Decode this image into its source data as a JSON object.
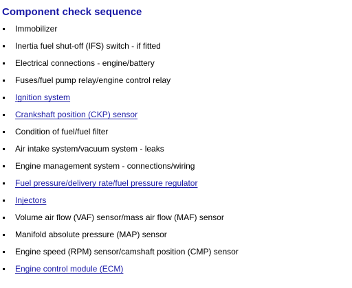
{
  "title": "Component check sequence",
  "items": [
    {
      "text": "Immobilizer",
      "link": false
    },
    {
      "text": "Inertia fuel shut-off (IFS) switch - if fitted",
      "link": false
    },
    {
      "text": "Electrical connections - engine/battery",
      "link": false
    },
    {
      "text": "Fuses/fuel pump relay/engine control relay",
      "link": false
    },
    {
      "text": "Ignition system",
      "link": true
    },
    {
      "text": "Crankshaft position (CKP) sensor",
      "link": true
    },
    {
      "text": "Condition of fuel/fuel filter",
      "link": false
    },
    {
      "text": "Air intake system/vacuum system - leaks",
      "link": false
    },
    {
      "text": "Engine management system - connections/wiring",
      "link": false
    },
    {
      "text": "Fuel pressure/delivery rate/fuel pressure regulator",
      "link": true
    },
    {
      "text": "Injectors",
      "link": true
    },
    {
      "text": "Volume air flow (VAF) sensor/mass air flow (MAF) sensor",
      "link": false
    },
    {
      "text": "Manifold absolute pressure (MAP) sensor",
      "link": false
    },
    {
      "text": "Engine speed (RPM) sensor/camshaft position (CMP) sensor",
      "link": false
    },
    {
      "text": "Engine control module (ECM)",
      "link": true
    }
  ],
  "colors": {
    "title": "#1a1aa6",
    "link": "#1a1aa6",
    "text": "#000000"
  }
}
